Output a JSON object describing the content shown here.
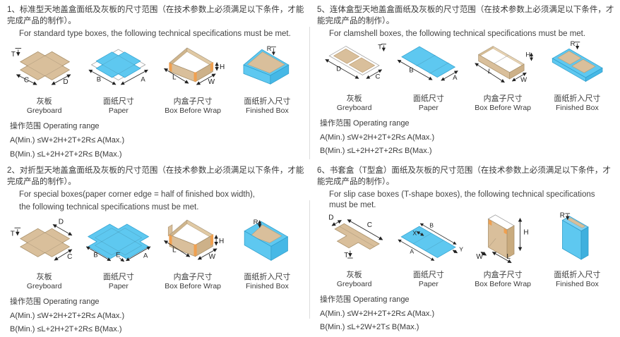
{
  "colors": {
    "paper_blue": "#5ec8f0",
    "greyboard_tan": "#d9bf9b",
    "corner_tab_orange": "#f0a050",
    "outline_gray": "#9a9a9a",
    "text": "#3a3a3a"
  },
  "sections": [
    {
      "title_zh": "1、标准型天地盖盒面纸及灰板的尺寸范围（在技术参数上必须满足以下条件，才能完成产品的制作）。",
      "title_en1": "For standard type boxes, the following technical specifications must be met.",
      "diagrams": [
        {
          "label_zh": "灰板",
          "label_en": "Greyboard",
          "dims": [
            "T",
            "C",
            "D"
          ]
        },
        {
          "label_zh": "面纸尺寸",
          "label_en": "Paper",
          "dims": [
            "B",
            "A"
          ]
        },
        {
          "label_zh": "内盒子尺寸",
          "label_en": "Box Before Wrap",
          "dims": [
            "H",
            "L",
            "W"
          ]
        },
        {
          "label_zh": "面纸折入尺寸",
          "label_en": "Finished Box",
          "dims": [
            "R"
          ]
        }
      ],
      "operating_label": "操作范围 Operating range",
      "formula_a": "A(Min.) ≤W+2H+2T+2R≤ A(Max.)",
      "formula_b": "B(Min.) ≤L+2H+2T+2R≤ B(Max.)"
    },
    {
      "title_zh": "5、连体盒型天地盖盒面纸及灰板的尺寸范围（在技术参数上必须满足以下条件，才能完成产品的制作）。",
      "title_en1": "For clamshell boxes, the following technical specifications must be met.",
      "diagrams": [
        {
          "label_zh": "灰板",
          "label_en": "Greyboard",
          "dims": [
            "D",
            "C",
            "T"
          ]
        },
        {
          "label_zh": "面纸尺寸",
          "label_en": "Paper",
          "dims": [
            "B",
            "A"
          ]
        },
        {
          "label_zh": "内盒子尺寸",
          "label_en": "Box Before Wrap",
          "dims": [
            "H",
            "L",
            "W"
          ]
        },
        {
          "label_zh": "面纸折入尺寸",
          "label_en": "Finished Box",
          "dims": [
            "R"
          ]
        }
      ],
      "operating_label": "操作范围 Operating range",
      "formula_a": "A(Min.) ≤W+2H+2T+2R≤ A(Max.)",
      "formula_b": "B(Min.) ≤L+2H+2T+2R≤ B(Max.)"
    },
    {
      "title_zh": "2、对折型天地盖盒面纸及灰板的尺寸范围（在技术参数上必须满足以下条件，才能完成产品的制作）。",
      "title_en1": "For special boxes(paper corner edge = half of finished box width),",
      "title_en2": "the following technical specifications must be met.",
      "diagrams": [
        {
          "label_zh": "灰板",
          "label_en": "Greyboard",
          "dims": [
            "T",
            "D",
            "C"
          ]
        },
        {
          "label_zh": "面纸尺寸",
          "label_en": "Paper",
          "dims": [
            "B",
            "E",
            "A"
          ]
        },
        {
          "label_zh": "内盒子尺寸",
          "label_en": "Box Before Wrap",
          "dims": [
            "H",
            "L",
            "W"
          ]
        },
        {
          "label_zh": "面纸折入尺寸",
          "label_en": "Finished Box",
          "dims": [
            "R"
          ]
        }
      ],
      "operating_label": "操作范围 Operating range",
      "formula_a": "A(Min.) ≤W+2H+2T+2R≤ A(Max.)",
      "formula_b": "B(Min.) ≤L+2H+2T+2R≤ B(Max.)"
    },
    {
      "title_zh": "6、书套盒（T型盒）面纸及灰板的尺寸范围（在技术参数上必须满足以下条件，才能完成产品的制作）。",
      "title_en1": "For slip case boxes (T-shape boxes), the following technical specifications must be met.",
      "diagrams": [
        {
          "label_zh": "灰板",
          "label_en": "Greyboard",
          "dims": [
            "D",
            "C",
            "T"
          ]
        },
        {
          "label_zh": "面纸尺寸",
          "label_en": "Paper",
          "dims": [
            "B",
            "X",
            "A",
            "Y"
          ]
        },
        {
          "label_zh": "内盒子尺寸",
          "label_en": "Box Before Wrap",
          "dims": [
            "H",
            "W",
            "L"
          ]
        },
        {
          "label_zh": "面纸折入尺寸",
          "label_en": "Finished Box",
          "dims": [
            "R"
          ]
        }
      ],
      "operating_label": "操作范围 Operating range",
      "formula_a": "A(Min.) ≤W+2H+2T+2R≤ A(Max.)",
      "formula_b": "B(Min.) ≤L+2W+2T≤ B(Max.)"
    }
  ]
}
